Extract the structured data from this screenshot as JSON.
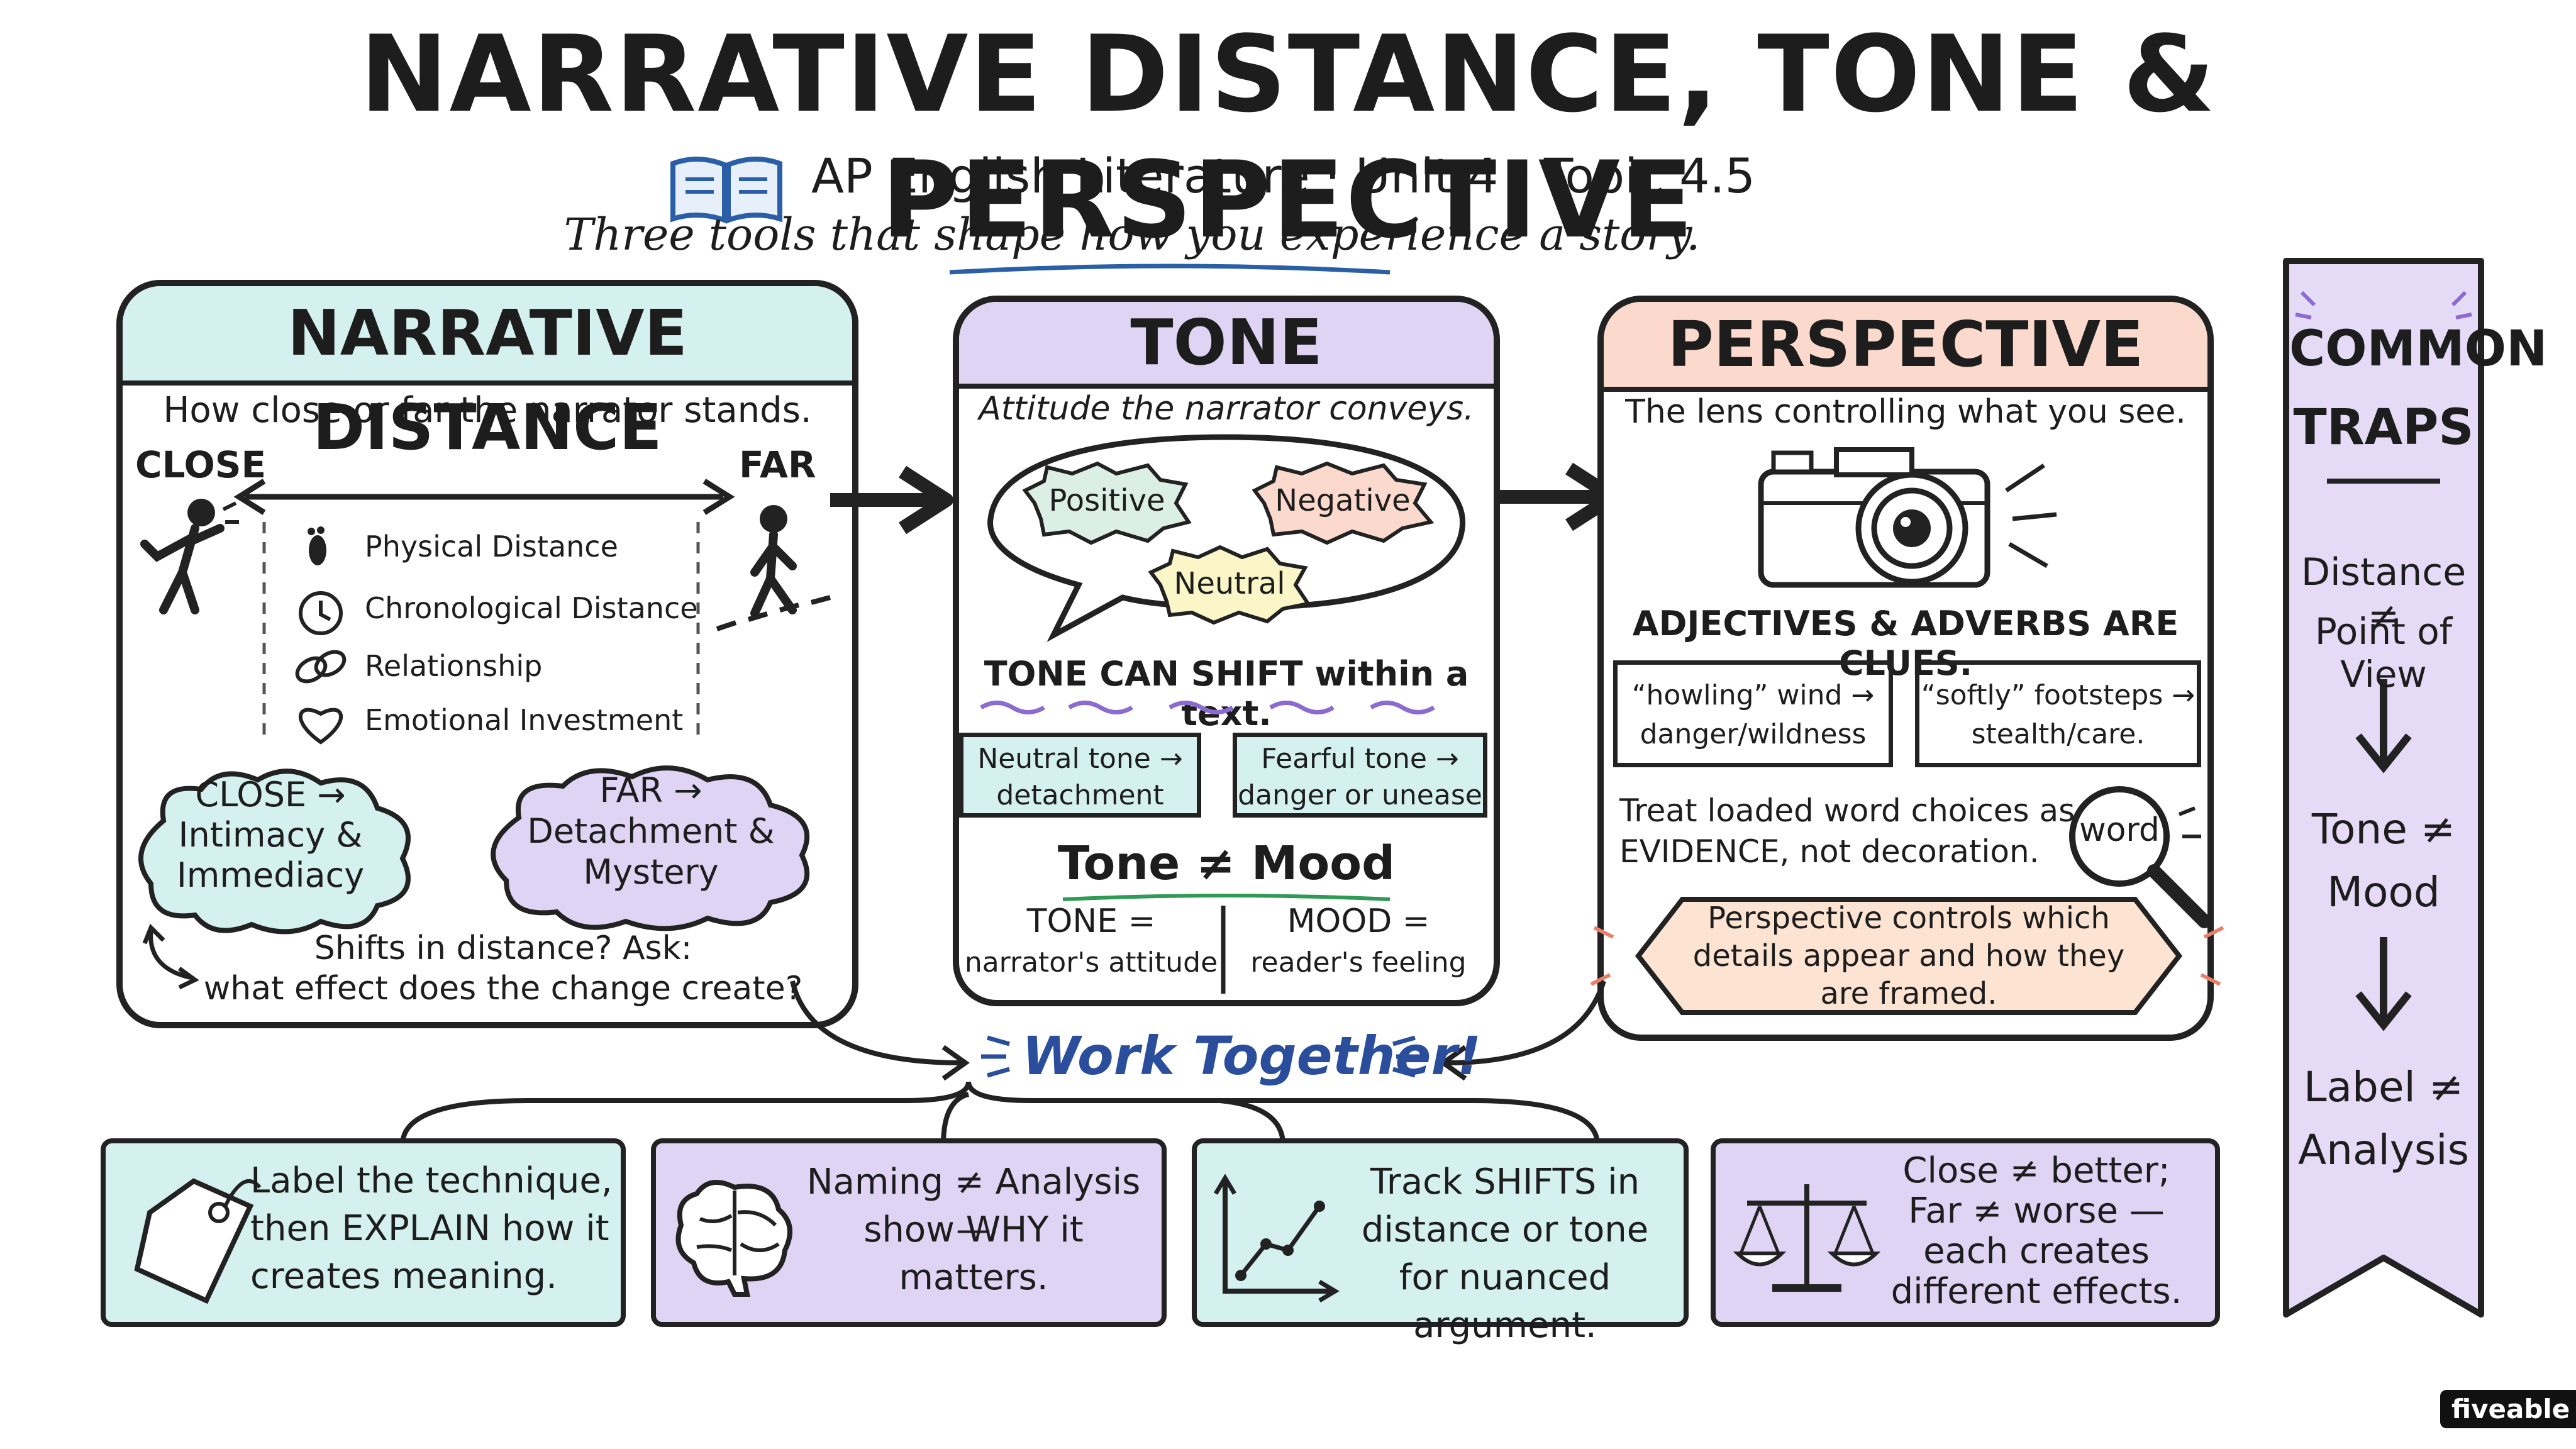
{
  "header": {
    "title": "NARRATIVE DISTANCE, TONE & PERSPECTIVE",
    "subtitle": "AP English Literature · Unit 4 · Topic 4.5",
    "tagline": "Three tools that shape how you experience a story."
  },
  "distance": {
    "title": "NARRATIVE DISTANCE",
    "desc": "How close or far the narrator stands.",
    "close": "CLOSE",
    "far": "FAR",
    "factors": [
      "Physical Distance",
      "Chronological Distance",
      "Relationship",
      "Emotional Investment"
    ],
    "close_cloud": [
      "CLOSE →",
      "Intimacy &",
      "Immediacy"
    ],
    "far_cloud": [
      "FAR →",
      "Detachment &",
      "Mystery"
    ],
    "shift_q": [
      "Shifts in distance? Ask:",
      "what effect does the change create?"
    ]
  },
  "tone": {
    "title": "TONE",
    "desc": "Attitude the narrator conveys.",
    "positive": "Positive",
    "negative": "Negative",
    "neutral": "Neutral",
    "shift": "TONE CAN SHIFT within a text.",
    "ex1": [
      "Neutral tone →",
      "detachment"
    ],
    "ex2": [
      "Fearful tone →",
      "danger or unease"
    ],
    "not_mood": "Tone ≠ Mood",
    "tone_def": [
      "TONE =",
      "narrator's attitude"
    ],
    "mood_def": [
      "MOOD =",
      "reader's feeling"
    ]
  },
  "perspective": {
    "title": "PERSPECTIVE",
    "desc": "The lens controlling what you see.",
    "clues": "ADJECTIVES & ADVERBS ARE CLUES.",
    "ex1": [
      "“howling” wind →",
      "danger/wildness"
    ],
    "ex2": [
      "“softly” footsteps →",
      "stealth/care."
    ],
    "evidence": [
      "Treat loaded word choices as",
      "EVIDENCE, not decoration."
    ],
    "magnifier_word": "word",
    "controls": [
      "Perspective controls which",
      "details appear and how they",
      "are framed."
    ]
  },
  "together": "Work Together!",
  "bottom": [
    {
      "lines": [
        "Label the technique,",
        "then EXPLAIN how it",
        "creates meaning."
      ],
      "icon": "tag-icon"
    },
    {
      "lines": [
        "Naming ≠ Analysis —",
        "show WHY it",
        "matters."
      ],
      "icon": "brain-icon"
    },
    {
      "lines": [
        "Track SHIFTS in",
        "distance or tone",
        "for nuanced argument."
      ],
      "icon": "line-graph-icon"
    },
    {
      "lines": [
        "Close ≠ better;",
        "Far ≠ worse —",
        "each creates",
        "different effects."
      ],
      "icon": "scales-icon"
    }
  ],
  "traps": {
    "title": [
      "COMMON",
      "TRAPS"
    ],
    "items": [
      [
        "Distance ≠",
        "Point of View"
      ],
      [
        "Tone ≠",
        "Mood"
      ],
      [
        "Label ≠",
        "Analysis"
      ]
    ]
  },
  "brand": "fiveable",
  "colors": {
    "distance": "#d4f1f0",
    "tone": "#e0d4f5",
    "perspective": "#fbd9cc",
    "neutral": "#fbf6c8",
    "traps": "#e6dbf7",
    "together": "#2a4e9c"
  }
}
